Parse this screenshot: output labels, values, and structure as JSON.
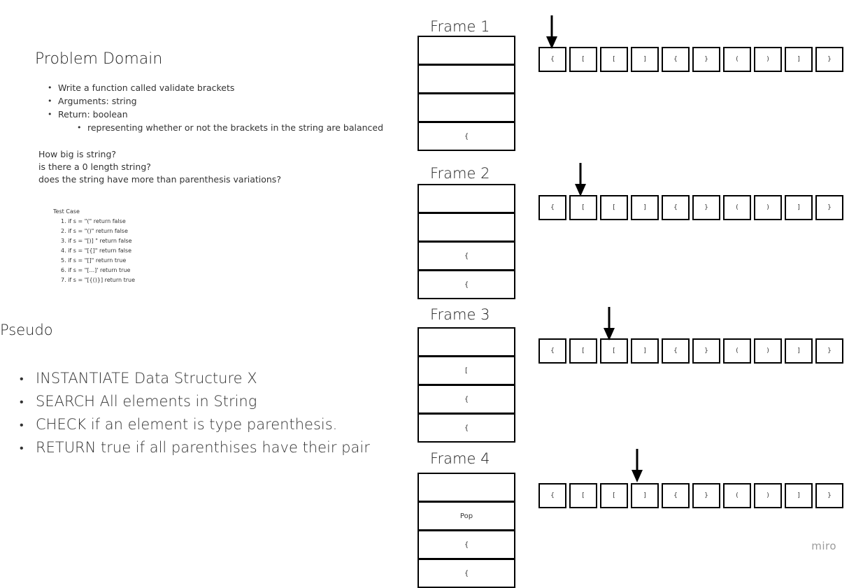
{
  "problem": {
    "title": "Problem Domain",
    "bullets": [
      "Write a function called validate brackets",
      "Arguments: string",
      "Return: boolean"
    ],
    "sub_bullet": "representing whether or not the brackets in the string are balanced"
  },
  "questions": [
    "How big is string?",
    "is there a 0 length string?",
    "does the string have more than parenthesis variations?"
  ],
  "test_case": {
    "title": "Test Case",
    "items": [
      "1. if s = \"(\" return false",
      "2. if s = \"()\" return false",
      "3. if s = \"[)] \" return false",
      "4. if s = \"[{]\" return false",
      "5. if s = \"[]\" return true",
      "6. if s = \"[...]' return true",
      "7. if s = \"[{()}] return true"
    ]
  },
  "pseudo": {
    "title": "Pseudo",
    "items": [
      "INSTANTIATE Data Structure X",
      "SEARCH All elements in String",
      "CHECK if an element is type parenthesis.",
      "RETURN  true if all parenthises have their pair"
    ]
  },
  "array_chars": [
    "{",
    "[",
    "[",
    "]",
    "{",
    "}",
    "(",
    ")",
    "]",
    "}"
  ],
  "frames": [
    {
      "label": "Frame 1",
      "stack": [
        "",
        "",
        "",
        "{"
      ],
      "pointer_index": 0
    },
    {
      "label": "Frame 2",
      "stack": [
        "",
        "",
        "{",
        "{"
      ],
      "pointer_index": 1
    },
    {
      "label": "Frame 3",
      "stack": [
        "",
        "[",
        "{",
        "{"
      ],
      "pointer_index": 2
    },
    {
      "label": "Frame 4",
      "stack": [
        "",
        "Pop",
        "{",
        "{"
      ],
      "pointer_index": 3
    }
  ],
  "watermark": "miro"
}
